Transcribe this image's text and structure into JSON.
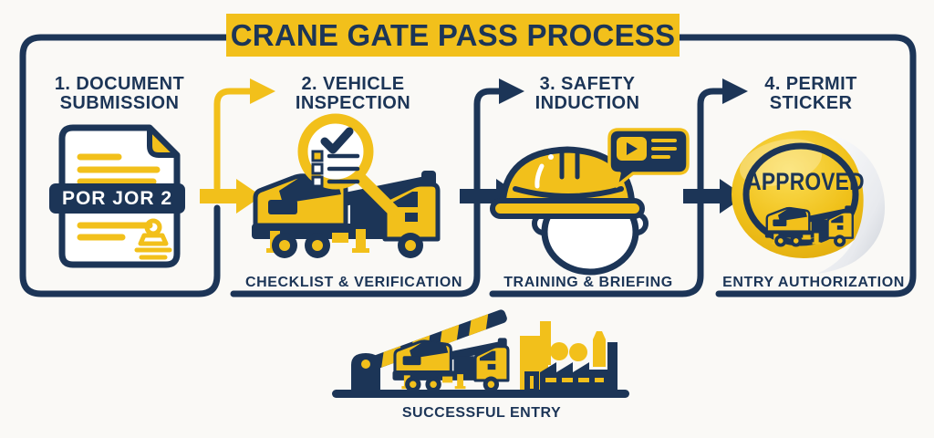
{
  "title_banner": {
    "text": "CRANE GATE PASS PROCESS"
  },
  "steps": [
    {
      "title_line1": "1. DOCUMENT",
      "title_line2": "SUBMISSION",
      "document_label": "POR JOR 2"
    },
    {
      "title_line1": "2. VEHICLE",
      "title_line2": "INSPECTION",
      "caption": "CHECKLIST & VERIFICATION"
    },
    {
      "title_line1": "3. SAFETY",
      "title_line2": "INDUCTION",
      "caption": "TRAINING & BRIEFING"
    },
    {
      "title_line1": "4. PERMIT",
      "title_line2": "STICKER",
      "caption": "ENTRY AUTHORIZATION",
      "sticker_label": "APPROVED"
    }
  ],
  "footer": {
    "caption": "SUCCESSFUL ENTRY"
  },
  "icons": {
    "step1": "document-stamp-icon",
    "step2": "crane-truck-magnifier-icon",
    "step3": "hardhat-worker-video-icon",
    "step4": "approved-sticker-icon",
    "footer": "gate-crane-factory-icon"
  },
  "colors": {
    "navy": "#1C3557",
    "yellow": "#F2C01B",
    "background": "#FAF9F6",
    "sticker_gold": "#EFBE13",
    "white": "#FFFFFF"
  }
}
